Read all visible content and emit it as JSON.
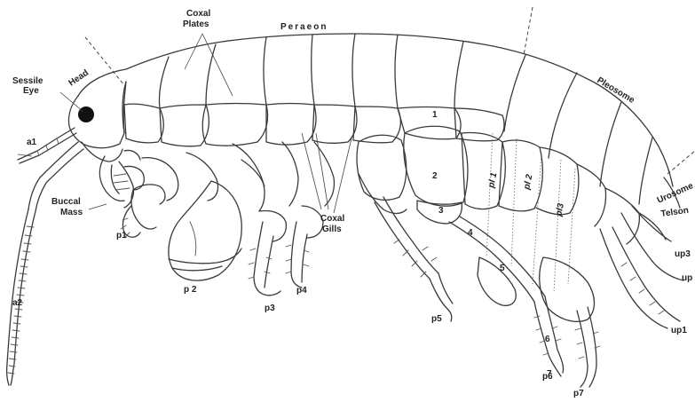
{
  "labels": {
    "head": "Head",
    "sessile_eye": "Sessile\nEye",
    "sessile_eye_l1": "Sessile",
    "sessile_eye_l2": "Eye",
    "coxal_plates_l1": "Coxal",
    "coxal_plates_l2": "Plates",
    "peraeon": "Peraeon",
    "pleosome": "Pleosome",
    "urosome": "Urosome",
    "telson": "Telson",
    "a1": "a1",
    "a2": "a2",
    "buccal_l1": "Buccal",
    "buccal_l2": "Mass",
    "coxal_gills_l1": "Coxal",
    "coxal_gills_l2": "Gills",
    "p1": "p1",
    "p2": "p 2",
    "p3": "p3",
    "p4": "p4",
    "p5": "p5",
    "p6": "p6",
    "p7": "p7",
    "pl1": "pl 1",
    "pl2": "pl 2",
    "pl3": "pl3",
    "up1": "up1",
    "up2": "up",
    "up3": "up3",
    "plate1": "1",
    "plate2": "2",
    "plate3": "3",
    "plate4": "4",
    "plate5": "5",
    "plate6": "6",
    "plate7": "7"
  },
  "colors": {
    "line": "#3a3a3a",
    "eye": "#111111",
    "text": "#222222",
    "background": "#ffffff"
  }
}
